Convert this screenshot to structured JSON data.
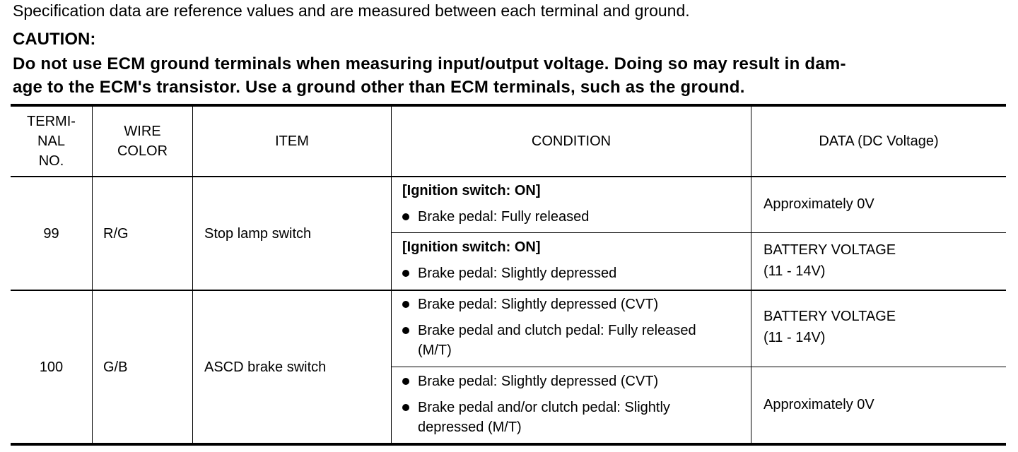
{
  "intro": "Specification data are reference values and are measured between each terminal and ground.",
  "caution": {
    "title": "CAUTION:",
    "line1": "Do not use ECM ground terminals when measuring input/output voltage. Doing so may result in dam-",
    "line2": "age to the ECM's transistor. Use a ground other than ECM terminals, such as the ground."
  },
  "table": {
    "headers": {
      "terminal_1": "TERMI-",
      "terminal_2": "NAL",
      "terminal_3": "NO.",
      "wire_1": "WIRE",
      "wire_2": "COLOR",
      "item": "ITEM",
      "condition": "CONDITION",
      "data": "DATA (DC Voltage)"
    },
    "rows": [
      {
        "terminal": "99",
        "wire": "R/G",
        "item": "Stop lamp switch",
        "conditions": [
          {
            "title": "[Ignition switch: ON]",
            "bullet": "Brake pedal: Fully released",
            "data": "Approximately 0V"
          },
          {
            "title": "[Ignition switch: ON]",
            "bullet": "Brake pedal: Slightly depressed",
            "data_1": "BATTERY VOLTAGE",
            "data_2": "(11 - 14V)"
          }
        ]
      },
      {
        "terminal": "100",
        "wire": "G/B",
        "item": "ASCD brake switch",
        "conditions": [
          {
            "bullet_1": "Brake pedal: Slightly depressed (CVT)",
            "bullet_2a": "Brake pedal and clutch pedal: Fully released",
            "bullet_2b": "(M/T)",
            "data_1": "BATTERY VOLTAGE",
            "data_2": "(11 - 14V)"
          },
          {
            "bullet_1": "Brake pedal: Slightly depressed (CVT)",
            "bullet_2a": "Brake pedal and/or clutch pedal: Slightly",
            "bullet_2b": "depressed (M/T)",
            "data": "Approximately 0V"
          }
        ]
      }
    ]
  }
}
